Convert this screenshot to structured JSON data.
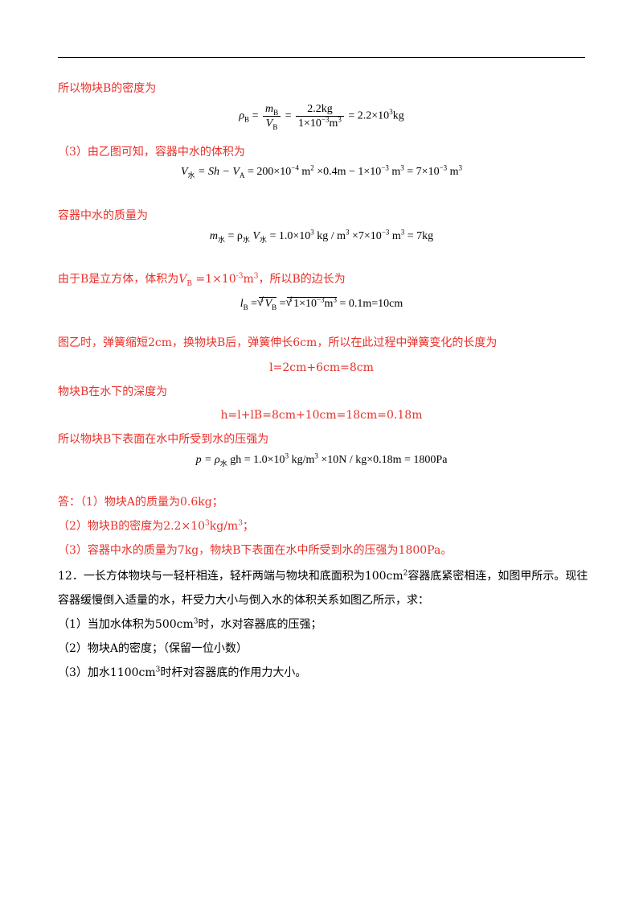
{
  "s1_intro": "所以物块B的密度为",
  "eq1": {
    "lhs": "ρ",
    "lhs_sub": "B",
    "eq": "=",
    "f1_num": "m",
    "f1_num_sub": "B",
    "f1_den": "V",
    "f1_den_sub": "B",
    "f2_num": "2.2kg",
    "f2_den": "1×10",
    "f2_den_sup": "−3",
    "f2_den_unit": "m",
    "f2_den_unit_sup": "3",
    "result": "= 2.2×10",
    "result_sup": "3",
    "result_unit": "kg"
  },
  "s2_intro": "（3）由乙图可知，容器中水的体积为",
  "eq2": {
    "lhs": "V",
    "lhs_sub": "水",
    "rest_a": "= Sh − V",
    "sub_a": "A",
    "rest_b": " = 200×10",
    "sup_b": "−4",
    "rest_c": "m",
    "sup_c": "2",
    "rest_d": "×0.4m − 1×10",
    "sup_d": "−3",
    "rest_e": "m",
    "sup_e": "3",
    "rest_f": " = 7×10",
    "sup_f": "−3",
    "rest_g": "m",
    "sup_g": "3"
  },
  "s3_intro": "容器中水的质量为",
  "eq3": {
    "a": "m",
    "a_sub": "水",
    "b": " = ρ",
    "b_sub": "水",
    "c": "V",
    "c_sub": "水",
    "d": " = 1.0×10",
    "d_sup": "3",
    "e": "kg / m",
    "e_sup": "3",
    "f": "×7×10",
    "f_sup": "−3",
    "g": "m",
    "g_sup": "3",
    "h": " = 7kg"
  },
  "s4_a": "由于B是立方体，体积为",
  "s4_var": "V",
  "s4_var_sub": "B",
  "s4_b": " =1×10",
  "s4_b_sup": "-3",
  "s4_c": "m",
  "s4_c_sup": "3",
  "s4_d": "，所以B的边长为",
  "eq4": {
    "a": "l",
    "a_sub": "B",
    "b": " = ",
    "idx1": "3",
    "r1": "V",
    "r1_sub": "B",
    "c": " = ",
    "idx2": "3",
    "r2": "1×10",
    "r2_sup": "−3",
    "r2_unit": "m",
    "r2_unit_sup": "3",
    "d": " = 0.1m=10cm"
  },
  "s5_intro": "图乙时，弹簧缩短2cm，换物块B后，弹簧伸长6cm，所以在此过程中弹簧变化的长度为",
  "eq5": "l=2cm+6cm=8cm",
  "s6_intro": "物块B在水下的深度为",
  "eq6": "h=l+lB=8cm+10cm=18cm=0.18m",
  "s7_intro": "所以物块B下表面在水中所受到水的压强为",
  "eq7": {
    "a": "p = ρ",
    "a_sub": "水",
    "b": "gh = 1.0×10",
    "b_sup": "3",
    "c": "kg/m",
    "c_sup": "3",
    "d": "×10N / kg×0.18m = 1800Pa"
  },
  "ans1": "答：（1）物块A的质量为0.6kg；",
  "ans2_a": "（2）物块B的密度为2.2×10",
  "ans2_sup": "3",
  "ans2_b": "kg/m",
  "ans2_sup2": "3",
  "ans2_c": "；",
  "ans3": "（3）容器中水的质量为7kg，物块B下表面在水中所受到水的压强为1800Pa。",
  "q12_line1_a": "12．一长方体物块与一轻杆相连，轻杆两端与物块和底面积为100cm",
  "q12_line1_sup": "2",
  "q12_line1_b": "容器底紧密相连，如图甲所示。现往",
  "q12_line2": "容器缓慢倒入适量的水，杆受力大小与倒入水的体积关系如图乙所示，求：",
  "q12_p1_a": "（1）当加水体积为500cm",
  "q12_p1_sup": "3",
  "q12_p1_b": "时，水对容器底的压强；",
  "q12_p2": "（2）物块A的密度；（保留一位小数）",
  "q12_p3_a": "（3）加水1100cm",
  "q12_p3_sup": "3",
  "q12_p3_b": "时杆对容器底的作用力大小。"
}
